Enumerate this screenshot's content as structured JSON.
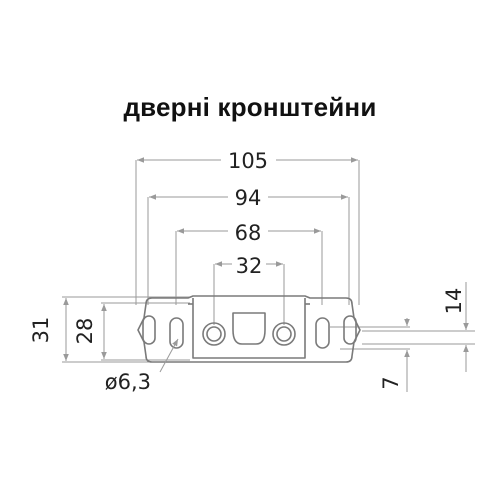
{
  "title": "дверні кронштейни",
  "dimensions": {
    "d105": "105",
    "d94": "94",
    "d68": "68",
    "d32": "32",
    "d31": "31",
    "d28": "28",
    "d14": "14",
    "d7": "7",
    "hole": "ø6,3"
  },
  "colors": {
    "line": "#9a9a9a",
    "part": "#7a7a7a",
    "text": "#222222"
  }
}
